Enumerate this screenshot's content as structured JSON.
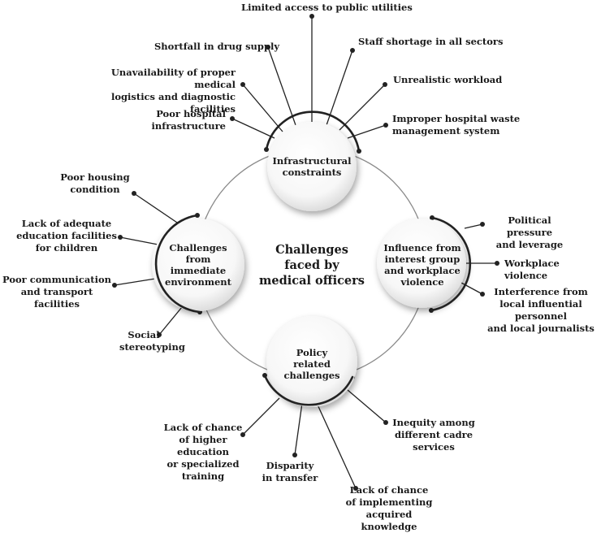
{
  "center": {
    "title": "Challenges\nfaced by\nmedical officers"
  },
  "nodes": {
    "top": {
      "label": "Infrastructural\nconstraints"
    },
    "left": {
      "label": "Challenges\nfrom\nimmediate\nenvironment"
    },
    "right": {
      "label": "Influence from\ninterest group\nand workplace\nviolence"
    },
    "bottom": {
      "label": "Policy\nrelated\nchallenges"
    }
  },
  "factors": {
    "limited_access": "Limited access to public utilities",
    "drug_supply": "Shortfall in drug supply",
    "staff_shortage": "Staff shortage in all sectors",
    "medical_logistics": "Unavailability of proper medical\nlogistics and diagnostic facilities",
    "workload": "Unrealistic workload",
    "hospital_infrastructure": "Poor hospital\ninfrastructure",
    "waste_management": "Improper hospital waste\nmanagement system",
    "housing": "Poor housing\ncondition",
    "education_children": "Lack of adequate\neducation facilities\nfor children",
    "communication": "Poor communication\nand transport facilities",
    "stereotyping": "Social\nstereotyping",
    "political_pressure": "Political pressure\nand leverage",
    "workplace_violence": "Workplace violence",
    "interference": "Interference from\nlocal influential personnel\nand local journalists",
    "higher_education": "Lack of chance\nof higher education\nor specialized training",
    "inequity": "Inequity among\ndifferent cadre services",
    "transfer": "Disparity\nin transfer",
    "implementing_knowledge": "Lack of chance\nof implementing acquired\nknowledge"
  }
}
